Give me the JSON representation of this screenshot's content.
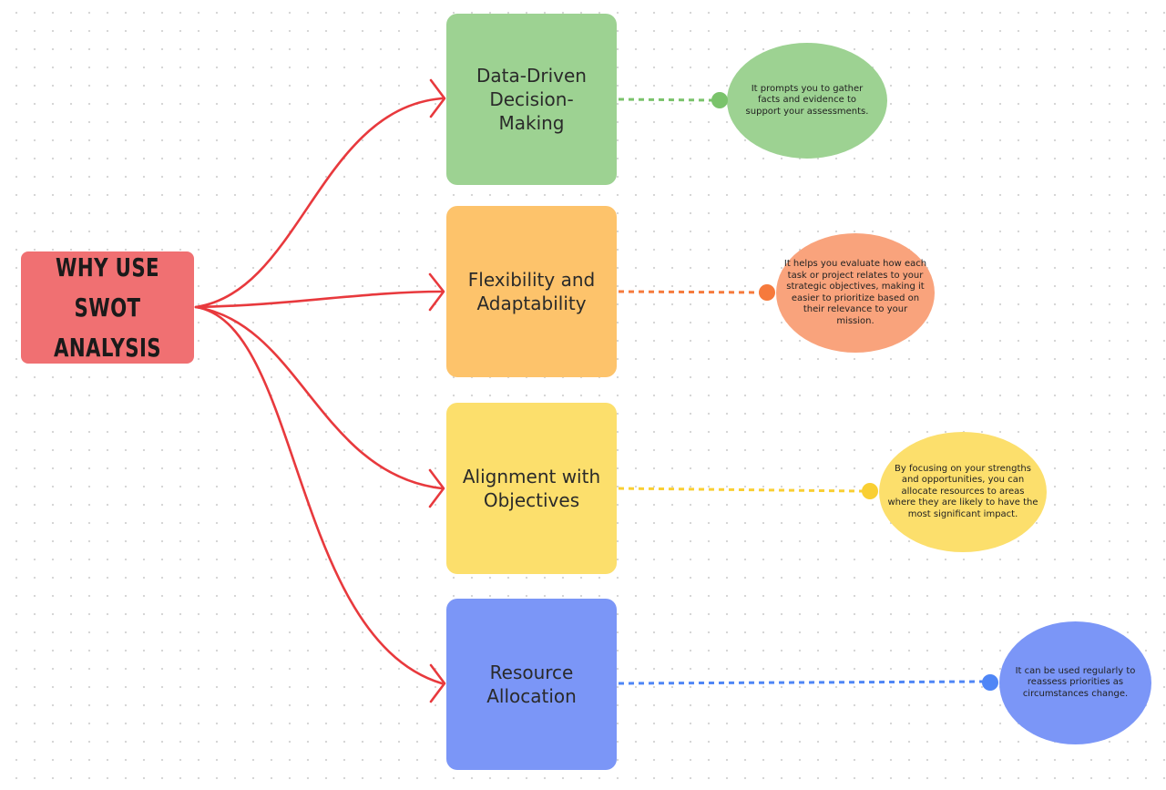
{
  "root": {
    "label": "WHY USE SWOT ANALYSIS"
  },
  "benefits": [
    {
      "title": "Data-Driven Decision-Making",
      "note": "It prompts you to gather facts and evidence to support your assessments."
    },
    {
      "title": "Flexibility and Adaptability",
      "note": "It helps you evaluate how each task or project relates to your strategic objectives, making it easier to prioritize based on their relevance to your mission."
    },
    {
      "title": "Alignment with Objectives",
      "note": "By focusing on your strengths and opportunities, you can allocate resources to areas where they are likely to have the most significant impact."
    },
    {
      "title": "Resource Allocation",
      "note": "It can be used regularly to reassess priorities as circumstances change."
    }
  ],
  "colors": {
    "root": "#f07072",
    "arrows": "#e8393d",
    "green": "#9dd292",
    "orange": "#fdc36b",
    "salmon": "#f9a37c",
    "yellow": "#fcdf6c",
    "blue": "#7b96f7"
  }
}
